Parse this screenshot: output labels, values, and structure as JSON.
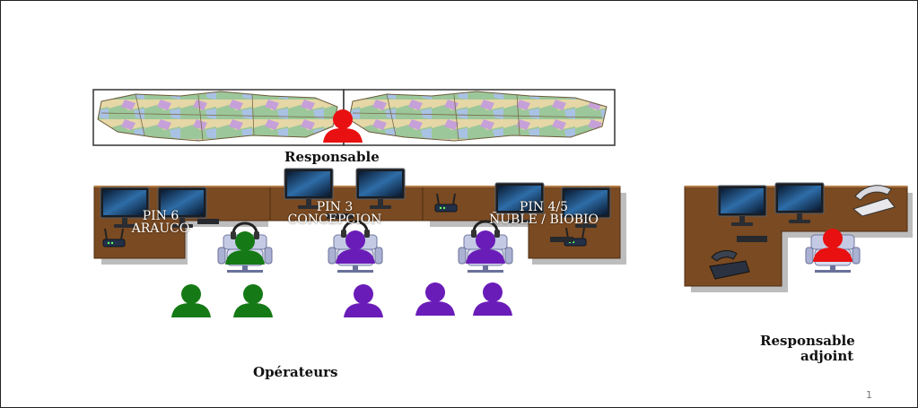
{
  "labels": {
    "responsable": "Responsable",
    "operateurs": "Opérateurs",
    "adjoint_line1": "Responsable",
    "adjoint_line2": "adjoint",
    "page_number": "1"
  },
  "stations": [
    {
      "line1": "PIN 6",
      "line2": "ARAUCO"
    },
    {
      "line1": "PIN 3",
      "line2": "CONCEPCION"
    },
    {
      "line1": "PIN 4/5",
      "line2": "ÑUBLE / BIOBIO"
    }
  ],
  "colors": {
    "desk": "#7a4a22",
    "desk_dark": "#4e2c10",
    "desk_shadow": "#bdbdbd",
    "operator_green": "#157a15",
    "operator_purple": "#6a1cb8",
    "manager_red": "#e81010",
    "map_border": "#333333",
    "chair": "#b8bfdc"
  },
  "icons": [
    "person-icon",
    "computer-monitor-icon",
    "router-icon",
    "chair-icon",
    "telephone-icon",
    "region-map-icon",
    "headset-icon"
  ]
}
